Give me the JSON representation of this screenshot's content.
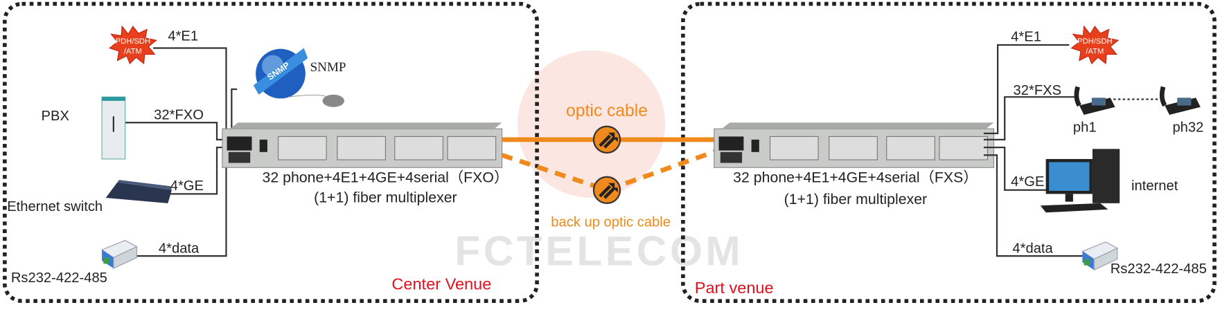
{
  "center": {
    "venue_label": "Center  Venue",
    "pdh_label_1": "PDH/SDH",
    "pdh_label_2": "/ATM",
    "e1_label": "4*E1",
    "snmp_badge": "SNMP",
    "snmp_label": "SNMP",
    "pbx_label": "PBX",
    "fxo_label": "32*FXO",
    "ge_label": "4*GE",
    "switch_label": "Ethernet switch",
    "data_label": "4*data",
    "serial_label": "Rs232-422-485",
    "mux_line1": "32 phone+4E1+4GE+4serial（FXO）",
    "mux_line2": "(1+1) fiber multiplexer"
  },
  "link": {
    "optic_label": "optic cable",
    "backup_label": "back up optic cable",
    "watermark": "FCTELECOM",
    "accent": "#f08a1c"
  },
  "part": {
    "venue_label": "Part venue",
    "pdh_label_1": "PDH/SDH",
    "pdh_label_2": "/ATM",
    "e1_label": "4*E1",
    "fxs_label": "32*FXS",
    "ph1_label": "ph1",
    "ph32_label": "ph32",
    "ge_label": "4*GE",
    "internet_label": "internet",
    "data_label": "4*data",
    "serial_label": "Rs232-422-485",
    "mux_line1": "32 phone+4E1+4GE+4serial（FXS）",
    "mux_line2": "(1+1) fiber multiplexer"
  }
}
